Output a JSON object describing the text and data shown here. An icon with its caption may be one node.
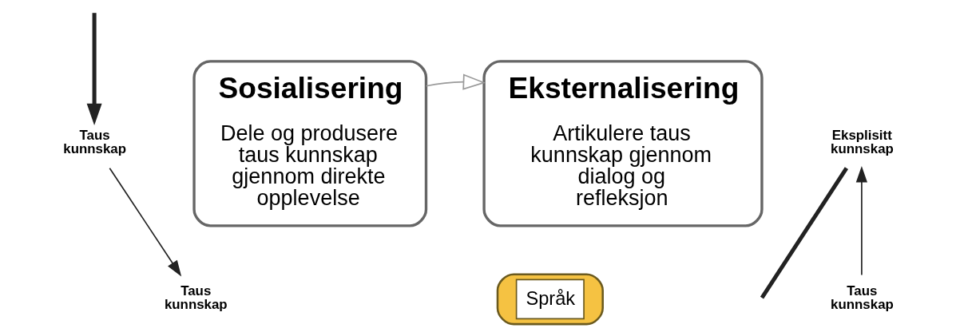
{
  "diagram": {
    "nodes": [
      {
        "text": [
          "Taus kunnskap"
        ]
      },
      {
        "text": [
          "Taus kunnskap"
        ]
      },
      {
        "text": [
          "Språk"
        ]
      },
      {
        "text": [
          "Sosialisering",
          "Dele og produsere taus kunnskap gjennom direkte opplevelse"
        ]
      },
      {
        "text": [
          "Taus kunnskap"
        ]
      },
      {
        "text": [
          "Eksternalisering",
          "Artikulere taus kunnskap gjennom dialog og refleksjon"
        ]
      },
      {
        "text": [
          "Eksplisitt kunnskap"
        ]
      }
    ],
    "edges": [
      {
        "from": 0,
        "to": 1,
        "arrow": "to"
      },
      {
        "from": 3,
        "to": 5,
        "arrow": "to",
        "color": "#9a9a9a"
      },
      {
        "from": 4,
        "to": 6,
        "arrow": "to"
      },
      {
        "from": null,
        "to": 0,
        "arrow": "to",
        "style": "thick"
      },
      {
        "from": 6,
        "to": null,
        "arrow": "none",
        "style": "thick"
      }
    ]
  }
}
